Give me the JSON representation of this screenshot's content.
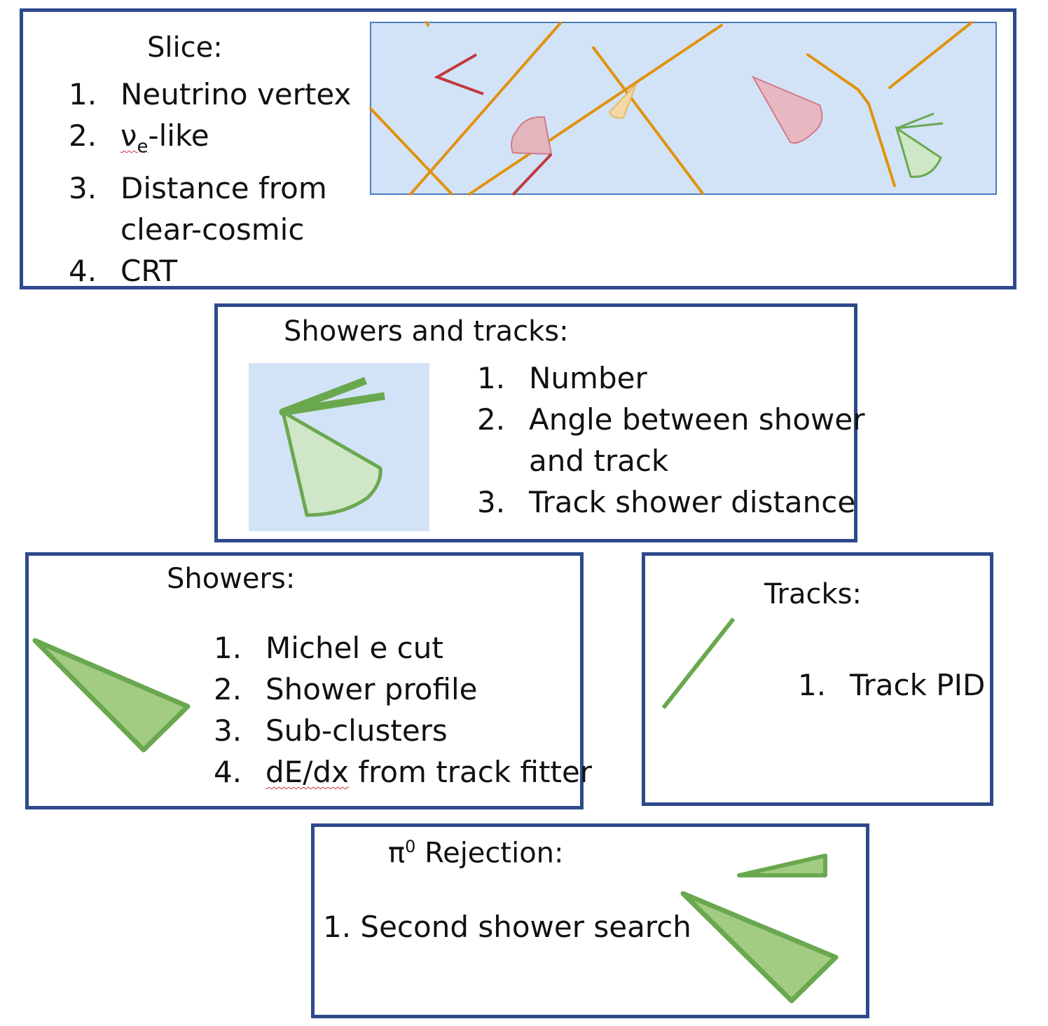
{
  "slice": {
    "title": "Slice:",
    "items": [
      {
        "num": "1.",
        "text": "Neutrino vertex"
      },
      {
        "num": "2.",
        "nu": "ν",
        "sub": "e",
        "text": "-like"
      },
      {
        "num": "3.",
        "text": "Distance from",
        "cont": "clear-cosmic"
      },
      {
        "num": "4.",
        "text": "CRT"
      }
    ]
  },
  "showers_tracks": {
    "title": "Showers and tracks:",
    "items": [
      {
        "num": "1.",
        "text": "Number"
      },
      {
        "num": "2.",
        "text": "Angle between shower",
        "cont": "and track"
      },
      {
        "num": "3.",
        "text": "Track shower distance"
      }
    ]
  },
  "showers": {
    "title": "Showers:",
    "items": [
      {
        "num": "1.",
        "text": "Michel e cut"
      },
      {
        "num": "2.",
        "text": "Shower profile"
      },
      {
        "num": "3.",
        "text": "Sub-clusters"
      },
      {
        "num": "4.",
        "text": "dE/dx",
        "rest": " from track fitter"
      }
    ]
  },
  "tracks": {
    "title": "Tracks:",
    "items": [
      {
        "num": "1.",
        "text": "Track PID"
      }
    ]
  },
  "pi0": {
    "pi": "π",
    "sup": "0",
    "title_rest": " Rejection:",
    "item": "1. Second shower search"
  },
  "colors": {
    "border": "#2e4a8c",
    "panel_fill": "#d3e3f7",
    "cosmic_track": "#e0930e",
    "electron_shower": "#e3a4b0",
    "short_track": "#c0393e",
    "green": "#6aa84f",
    "green_fill": "#a2cc82",
    "green_light": "#cfe6c7"
  }
}
